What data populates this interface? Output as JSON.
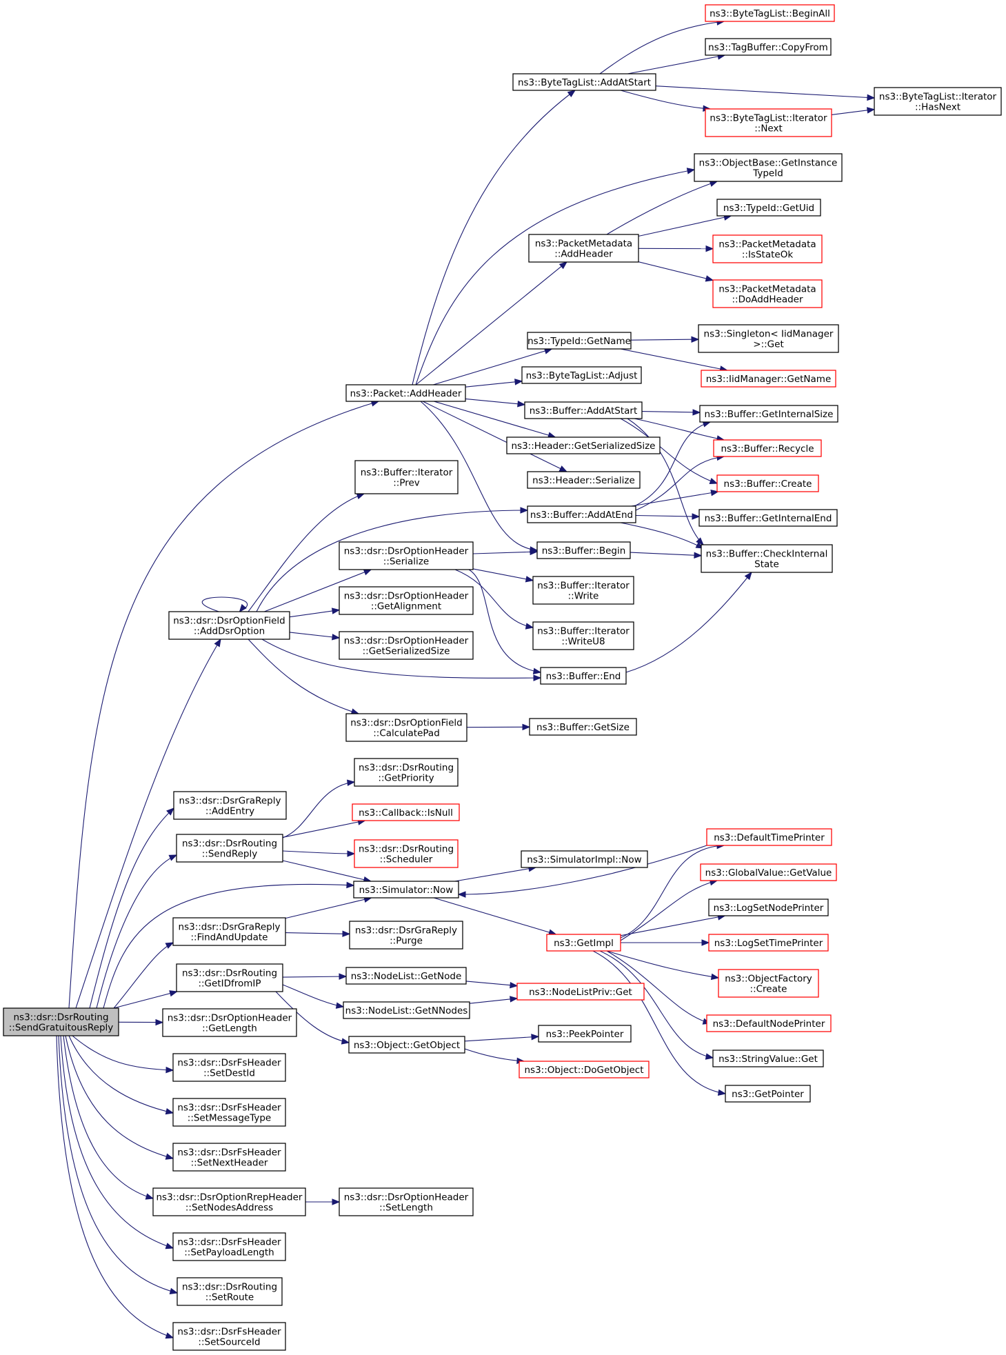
{
  "diagram": {
    "colors": {
      "edge": "#191970",
      "border_normal": "#000000",
      "border_truncated": "#ff0000",
      "root_fill": "#bfbfbf"
    },
    "nodes": [
      {
        "id": "root",
        "lines": [
          "ns3::dsr::DsrRouting",
          "::SendGratuitousReply"
        ],
        "style": "root"
      },
      {
        "id": "n_packet_addheader",
        "lines": [
          "ns3::Packet::AddHeader"
        ],
        "style": "normal"
      },
      {
        "id": "n_bytetaglist_addatstart",
        "lines": [
          "ns3::ByteTagList::AddAtStart"
        ],
        "style": "normal"
      },
      {
        "id": "n_bytetaglist_beginall",
        "lines": [
          "ns3::ByteTagList::BeginAll"
        ],
        "style": "truncated"
      },
      {
        "id": "n_tagbuffer_copyfrom",
        "lines": [
          "ns3::TagBuffer::CopyFrom"
        ],
        "style": "normal"
      },
      {
        "id": "n_btl_iterator_hasnext",
        "lines": [
          "ns3::ByteTagList::Iterator",
          "::HasNext"
        ],
        "style": "normal"
      },
      {
        "id": "n_btl_iterator_next",
        "lines": [
          "ns3::ByteTagList::Iterator",
          "::Next"
        ],
        "style": "truncated"
      },
      {
        "id": "n_objectbase_getinstancetypeid",
        "lines": [
          "ns3::ObjectBase::GetInstance",
          "TypeId"
        ],
        "style": "normal"
      },
      {
        "id": "n_typeid_getuid",
        "lines": [
          "ns3::TypeId::GetUid"
        ],
        "style": "normal"
      },
      {
        "id": "n_packetmetadata_addheader",
        "lines": [
          "ns3::PacketMetadata",
          "::AddHeader"
        ],
        "style": "normal"
      },
      {
        "id": "n_packetmetadata_isstateok",
        "lines": [
          "ns3::PacketMetadata",
          "::IsStateOk"
        ],
        "style": "truncated"
      },
      {
        "id": "n_packetmetadata_doaddheader",
        "lines": [
          "ns3::PacketMetadata",
          "::DoAddHeader"
        ],
        "style": "truncated"
      },
      {
        "id": "n_typeid_getname",
        "lines": [
          "ns3::TypeId::GetName"
        ],
        "style": "normal"
      },
      {
        "id": "n_singleton_get",
        "lines": [
          "ns3::Singleton< IidManager",
          ">::Get"
        ],
        "style": "normal"
      },
      {
        "id": "n_iidmanager_getname",
        "lines": [
          "ns3::IidManager::GetName"
        ],
        "style": "truncated"
      },
      {
        "id": "n_bytetaglist_adjust",
        "lines": [
          "ns3::ByteTagList::Adjust"
        ],
        "style": "normal"
      },
      {
        "id": "n_buffer_addatstart",
        "lines": [
          "ns3::Buffer::AddAtStart"
        ],
        "style": "normal"
      },
      {
        "id": "n_buffer_getinternalsize",
        "lines": [
          "ns3::Buffer::GetInternalSize"
        ],
        "style": "normal"
      },
      {
        "id": "n_header_getserializedsize",
        "lines": [
          "ns3::Header::GetSerializedSize"
        ],
        "style": "normal"
      },
      {
        "id": "n_buffer_recycle",
        "lines": [
          "ns3::Buffer::Recycle"
        ],
        "style": "truncated"
      },
      {
        "id": "n_header_serialize",
        "lines": [
          "ns3::Header::Serialize"
        ],
        "style": "normal"
      },
      {
        "id": "n_buffer_create",
        "lines": [
          "ns3::Buffer::Create"
        ],
        "style": "truncated"
      },
      {
        "id": "n_buffer_iterator_prev",
        "lines": [
          "ns3::Buffer::Iterator",
          "::Prev"
        ],
        "style": "normal"
      },
      {
        "id": "n_buffer_addatend",
        "lines": [
          "ns3::Buffer::AddAtEnd"
        ],
        "style": "normal"
      },
      {
        "id": "n_buffer_getinternalend",
        "lines": [
          "ns3::Buffer::GetInternalEnd"
        ],
        "style": "normal"
      },
      {
        "id": "n_dsroptionheader_serialize",
        "lines": [
          "ns3::dsr::DsrOptionHeader",
          "::Serialize"
        ],
        "style": "normal"
      },
      {
        "id": "n_buffer_begin",
        "lines": [
          "ns3::Buffer::Begin"
        ],
        "style": "normal"
      },
      {
        "id": "n_buffer_checkinternalstate",
        "lines": [
          "ns3::Buffer::CheckInternal",
          "State"
        ],
        "style": "normal"
      },
      {
        "id": "n_buffer_iterator_write",
        "lines": [
          "ns3::Buffer::Iterator",
          "::Write"
        ],
        "style": "normal"
      },
      {
        "id": "n_dsroptionfield_adddsroption",
        "lines": [
          "ns3::dsr::DsrOptionField",
          "::AddDsrOption"
        ],
        "style": "normal"
      },
      {
        "id": "n_dsroptionheader_getalignment",
        "lines": [
          "ns3::dsr::DsrOptionHeader",
          "::GetAlignment"
        ],
        "style": "normal"
      },
      {
        "id": "n_buffer_iterator_writeu8",
        "lines": [
          "ns3::Buffer::Iterator",
          "::WriteU8"
        ],
        "style": "normal"
      },
      {
        "id": "n_dsroptionheader_getserializedsize",
        "lines": [
          "ns3::dsr::DsrOptionHeader",
          "::GetSerializedSize"
        ],
        "style": "normal"
      },
      {
        "id": "n_buffer_end",
        "lines": [
          "ns3::Buffer::End"
        ],
        "style": "normal"
      },
      {
        "id": "n_dsroptionfield_calculatepad",
        "lines": [
          "ns3::dsr::DsrOptionField",
          "::CalculatePad"
        ],
        "style": "normal"
      },
      {
        "id": "n_buffer_getsize",
        "lines": [
          "ns3::Buffer::GetSize"
        ],
        "style": "normal"
      },
      {
        "id": "n_dsrrouting_getpriority",
        "lines": [
          "ns3::dsr::DsrRouting",
          "::GetPriority"
        ],
        "style": "normal"
      },
      {
        "id": "n_dsrgrareply_addentry",
        "lines": [
          "ns3::dsr::DsrGraReply",
          "::AddEntry"
        ],
        "style": "normal"
      },
      {
        "id": "n_callback_isnull",
        "lines": [
          "ns3::Callback::IsNull"
        ],
        "style": "truncated"
      },
      {
        "id": "n_dsrrouting_sendreply",
        "lines": [
          "ns3::dsr::DsrRouting",
          "::SendReply"
        ],
        "style": "normal"
      },
      {
        "id": "n_dsrrouting_scheduler",
        "lines": [
          "ns3::dsr::DsrRouting",
          "::Scheduler"
        ],
        "style": "truncated"
      },
      {
        "id": "n_defaulttimeprinter",
        "lines": [
          "ns3::DefaultTimePrinter"
        ],
        "style": "truncated"
      },
      {
        "id": "n_simulatorimpl_now",
        "lines": [
          "ns3::SimulatorImpl::Now"
        ],
        "style": "normal"
      },
      {
        "id": "n_globalvalue_getvalue",
        "lines": [
          "ns3::GlobalValue::GetValue"
        ],
        "style": "truncated"
      },
      {
        "id": "n_simulator_now",
        "lines": [
          "ns3::Simulator::Now"
        ],
        "style": "normal"
      },
      {
        "id": "n_logsetnodeprinter",
        "lines": [
          "ns3::LogSetNodePrinter"
        ],
        "style": "normal"
      },
      {
        "id": "n_dsrgrareply_findandupdate",
        "lines": [
          "ns3::dsr::DsrGraReply",
          "::FindAndUpdate"
        ],
        "style": "normal"
      },
      {
        "id": "n_dsrgrareply_purge",
        "lines": [
          "ns3::dsr::DsrGraReply",
          "::Purge"
        ],
        "style": "normal"
      },
      {
        "id": "n_getimpl",
        "lines": [
          "ns3::GetImpl"
        ],
        "style": "truncated"
      },
      {
        "id": "n_logsettimeprinter",
        "lines": [
          "ns3::LogSetTimePrinter"
        ],
        "style": "truncated"
      },
      {
        "id": "n_dsrrouting_getidfromip",
        "lines": [
          "ns3::dsr::DsrRouting",
          "::GetIDfromIP"
        ],
        "style": "normal"
      },
      {
        "id": "n_nodelist_getnode",
        "lines": [
          "ns3::NodeList::GetNode"
        ],
        "style": "normal"
      },
      {
        "id": "n_objectfactory_create",
        "lines": [
          "ns3::ObjectFactory",
          "::Create"
        ],
        "style": "truncated"
      },
      {
        "id": "n_nodelistpriv_get",
        "lines": [
          "ns3::NodeListPriv::Get"
        ],
        "style": "truncated"
      },
      {
        "id": "n_nodelist_getnnodes",
        "lines": [
          "ns3::NodeList::GetNNodes"
        ],
        "style": "normal"
      },
      {
        "id": "n_dsroptionheader_getlength",
        "lines": [
          "ns3::dsr::DsrOptionHeader",
          "::GetLength"
        ],
        "style": "normal"
      },
      {
        "id": "n_defaultnodeprinter",
        "lines": [
          "ns3::DefaultNodePrinter"
        ],
        "style": "truncated"
      },
      {
        "id": "n_peekpointer",
        "lines": [
          "ns3::PeekPointer"
        ],
        "style": "normal"
      },
      {
        "id": "n_object_getobject",
        "lines": [
          "ns3::Object::GetObject"
        ],
        "style": "normal"
      },
      {
        "id": "n_object_dogetobject",
        "lines": [
          "ns3::Object::DoGetObject"
        ],
        "style": "truncated"
      },
      {
        "id": "n_stringvalue_get",
        "lines": [
          "ns3::StringValue::Get"
        ],
        "style": "normal"
      },
      {
        "id": "n_dsrfsheader_setdestid",
        "lines": [
          "ns3::dsr::DsrFsHeader",
          "::SetDestId"
        ],
        "style": "normal"
      },
      {
        "id": "n_getpointer",
        "lines": [
          "ns3::GetPointer"
        ],
        "style": "normal"
      },
      {
        "id": "n_dsrfsheader_setmessagetype",
        "lines": [
          "ns3::dsr::DsrFsHeader",
          "::SetMessageType"
        ],
        "style": "normal"
      },
      {
        "id": "n_dsrfsheader_setnextheader",
        "lines": [
          "ns3::dsr::DsrFsHeader",
          "::SetNextHeader"
        ],
        "style": "normal"
      },
      {
        "id": "n_dsroptionrrepheader_setnodesaddress",
        "lines": [
          "ns3::dsr::DsrOptionRrepHeader",
          "::SetNodesAddress"
        ],
        "style": "normal"
      },
      {
        "id": "n_dsroptionheader_setlength",
        "lines": [
          "ns3::dsr::DsrOptionHeader",
          "::SetLength"
        ],
        "style": "normal"
      },
      {
        "id": "n_dsrfsheader_setpayloadlength",
        "lines": [
          "ns3::dsr::DsrFsHeader",
          "::SetPayloadLength"
        ],
        "style": "normal"
      },
      {
        "id": "n_dsrrouting_setroute",
        "lines": [
          "ns3::dsr::DsrRouting",
          "::SetRoute"
        ],
        "style": "normal"
      },
      {
        "id": "n_dsrfsheader_setsourceid",
        "lines": [
          "ns3::dsr::DsrFsHeader",
          "::SetSourceId"
        ],
        "style": "normal"
      }
    ],
    "edges": [
      [
        "root",
        "n_packet_addheader"
      ],
      [
        "root",
        "n_dsroptionfield_adddsroption"
      ],
      [
        "root",
        "n_dsrgrareply_addentry"
      ],
      [
        "root",
        "n_dsrrouting_sendreply"
      ],
      [
        "root",
        "n_simulator_now"
      ],
      [
        "root",
        "n_dsrgrareply_findandupdate"
      ],
      [
        "root",
        "n_dsrrouting_getidfromip"
      ],
      [
        "root",
        "n_dsroptionheader_getlength"
      ],
      [
        "root",
        "n_dsrfsheader_setdestid"
      ],
      [
        "root",
        "n_dsrfsheader_setmessagetype"
      ],
      [
        "root",
        "n_dsrfsheader_setnextheader"
      ],
      [
        "root",
        "n_dsroptionrrepheader_setnodesaddress"
      ],
      [
        "root",
        "n_dsrfsheader_setpayloadlength"
      ],
      [
        "root",
        "n_dsrrouting_setroute"
      ],
      [
        "root",
        "n_dsrfsheader_setsourceid"
      ],
      [
        "n_packet_addheader",
        "n_bytetaglist_addatstart"
      ],
      [
        "n_packet_addheader",
        "n_objectbase_getinstancetypeid"
      ],
      [
        "n_packet_addheader",
        "n_packetmetadata_addheader"
      ],
      [
        "n_packet_addheader",
        "n_typeid_getname"
      ],
      [
        "n_packet_addheader",
        "n_bytetaglist_adjust"
      ],
      [
        "n_packet_addheader",
        "n_buffer_addatstart"
      ],
      [
        "n_packet_addheader",
        "n_header_getserializedsize"
      ],
      [
        "n_packet_addheader",
        "n_header_serialize"
      ],
      [
        "n_packet_addheader",
        "n_buffer_begin"
      ],
      [
        "n_bytetaglist_addatstart",
        "n_bytetaglist_beginall"
      ],
      [
        "n_bytetaglist_addatstart",
        "n_tagbuffer_copyfrom"
      ],
      [
        "n_bytetaglist_addatstart",
        "n_btl_iterator_hasnext"
      ],
      [
        "n_bytetaglist_addatstart",
        "n_btl_iterator_next"
      ],
      [
        "n_btl_iterator_next",
        "n_btl_iterator_hasnext"
      ],
      [
        "n_packetmetadata_addheader",
        "n_objectbase_getinstancetypeid"
      ],
      [
        "n_packetmetadata_addheader",
        "n_typeid_getuid"
      ],
      [
        "n_packetmetadata_addheader",
        "n_packetmetadata_isstateok"
      ],
      [
        "n_packetmetadata_addheader",
        "n_packetmetadata_doaddheader"
      ],
      [
        "n_typeid_getname",
        "n_singleton_get"
      ],
      [
        "n_typeid_getname",
        "n_iidmanager_getname"
      ],
      [
        "n_buffer_addatstart",
        "n_buffer_getinternalsize"
      ],
      [
        "n_buffer_addatstart",
        "n_buffer_recycle"
      ],
      [
        "n_buffer_addatstart",
        "n_buffer_create"
      ],
      [
        "n_buffer_addatstart",
        "n_buffer_checkinternalstate"
      ],
      [
        "n_buffer_addatend",
        "n_buffer_getinternalsize"
      ],
      [
        "n_buffer_addatend",
        "n_buffer_recycle"
      ],
      [
        "n_buffer_addatend",
        "n_buffer_create"
      ],
      [
        "n_buffer_addatend",
        "n_buffer_getinternalend"
      ],
      [
        "n_buffer_addatend",
        "n_buffer_checkinternalstate"
      ],
      [
        "n_buffer_begin",
        "n_buffer_checkinternalstate"
      ],
      [
        "n_buffer_end",
        "n_buffer_checkinternalstate"
      ],
      [
        "n_dsroptionfield_adddsroption",
        "n_dsroptionfield_adddsroption"
      ],
      [
        "n_dsroptionfield_adddsroption",
        "n_buffer_iterator_prev"
      ],
      [
        "n_dsroptionfield_adddsroption",
        "n_buffer_addatend"
      ],
      [
        "n_dsroptionfield_adddsroption",
        "n_dsroptionheader_serialize"
      ],
      [
        "n_dsroptionfield_adddsroption",
        "n_dsroptionheader_getalignment"
      ],
      [
        "n_dsroptionfield_adddsroption",
        "n_dsroptionheader_getserializedsize"
      ],
      [
        "n_dsroptionfield_adddsroption",
        "n_buffer_end"
      ],
      [
        "n_dsroptionfield_adddsroption",
        "n_dsroptionfield_calculatepad"
      ],
      [
        "n_dsroptionheader_serialize",
        "n_buffer_begin"
      ],
      [
        "n_dsroptionheader_serialize",
        "n_buffer_iterator_write"
      ],
      [
        "n_dsroptionheader_serialize",
        "n_buffer_iterator_writeu8"
      ],
      [
        "n_dsroptionheader_serialize",
        "n_buffer_end"
      ],
      [
        "n_dsroptionfield_calculatepad",
        "n_buffer_getsize"
      ],
      [
        "n_dsrrouting_sendreply",
        "n_dsrrouting_getpriority"
      ],
      [
        "n_dsrrouting_sendreply",
        "n_callback_isnull"
      ],
      [
        "n_dsrrouting_sendreply",
        "n_dsrrouting_scheduler"
      ],
      [
        "n_dsrrouting_sendreply",
        "n_simulator_now"
      ],
      [
        "n_simulator_now",
        "n_simulatorimpl_now"
      ],
      [
        "n_simulator_now",
        "n_getimpl"
      ],
      [
        "n_dsrgrareply_findandupdate",
        "n_simulator_now"
      ],
      [
        "n_dsrgrareply_findandupdate",
        "n_dsrgrareply_purge"
      ],
      [
        "n_getimpl",
        "n_defaulttimeprinter"
      ],
      [
        "n_getimpl",
        "n_globalvalue_getvalue"
      ],
      [
        "n_getimpl",
        "n_logsetnodeprinter"
      ],
      [
        "n_getimpl",
        "n_logsettimeprinter"
      ],
      [
        "n_getimpl",
        "n_objectfactory_create"
      ],
      [
        "n_getimpl",
        "n_defaultnodeprinter"
      ],
      [
        "n_getimpl",
        "n_stringvalue_get"
      ],
      [
        "n_getimpl",
        "n_getpointer"
      ],
      [
        "n_defaulttimeprinter",
        "n_simulator_now"
      ],
      [
        "n_dsrrouting_getidfromip",
        "n_nodelist_getnode"
      ],
      [
        "n_dsrrouting_getidfromip",
        "n_nodelist_getnnodes"
      ],
      [
        "n_dsrrouting_getidfromip",
        "n_object_getobject"
      ],
      [
        "n_nodelist_getnode",
        "n_nodelistpriv_get"
      ],
      [
        "n_nodelist_getnnodes",
        "n_nodelistpriv_get"
      ],
      [
        "n_object_getobject",
        "n_peekpointer"
      ],
      [
        "n_object_getobject",
        "n_object_dogetobject"
      ],
      [
        "n_dsroptionrrepheader_setnodesaddress",
        "n_dsroptionheader_setlength"
      ]
    ]
  }
}
